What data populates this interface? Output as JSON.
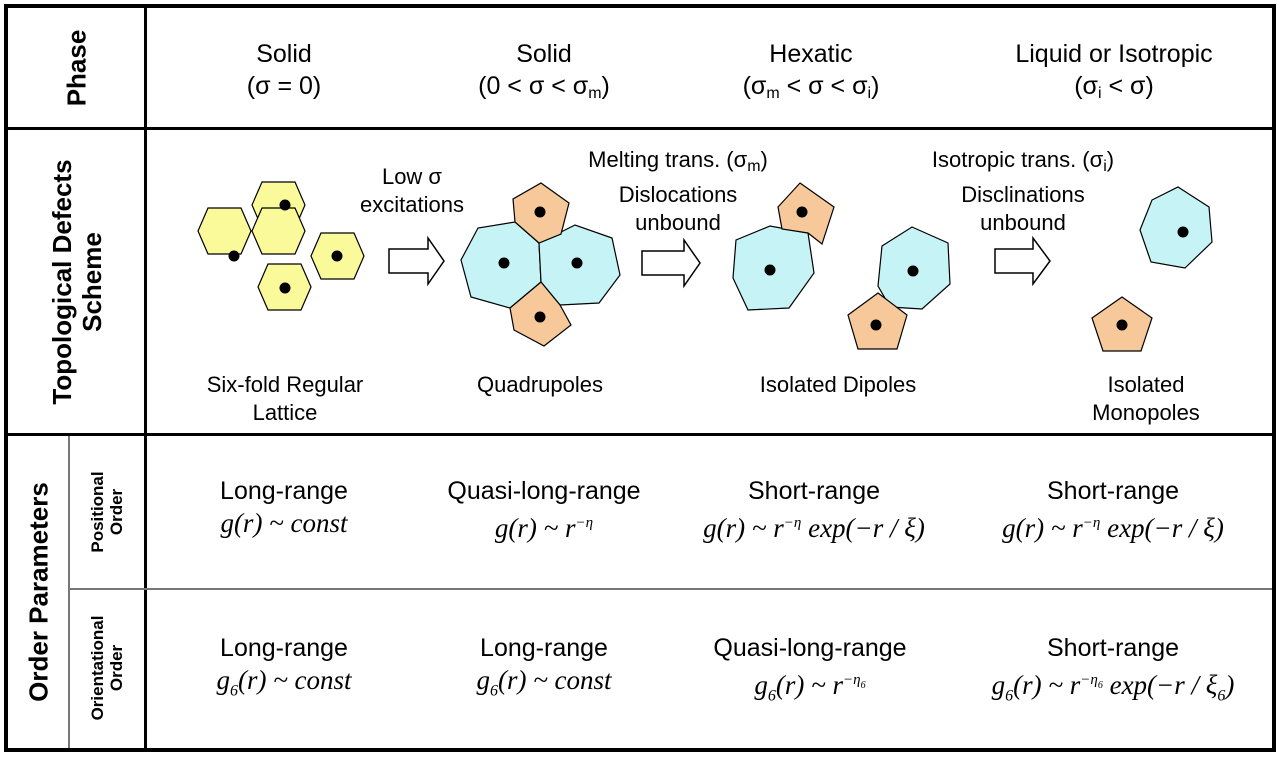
{
  "row_headers": {
    "phase": "Phase",
    "defects": "Topological Defects Scheme",
    "order": "Order Parameters",
    "positional": [
      "Positional",
      "Order"
    ],
    "orientational": [
      "Orientational",
      "Order"
    ]
  },
  "phases": [
    {
      "name": "Solid",
      "cond_prefix": "(σ = 0)",
      "cond_sub": "",
      "cond_suffix": ""
    },
    {
      "name": "Solid",
      "cond_prefix": "(0 < σ < σ",
      "cond_sub": "m",
      "cond_suffix": ")"
    },
    {
      "name": "Hexatic",
      "cond_prefix": "(σ",
      "cond_sub": "m",
      "cond_mid": " < σ < σ",
      "cond_sub2": "i",
      "cond_suffix": ")"
    },
    {
      "name": "Liquid or Isotropic",
      "cond_prefix": "(σ",
      "cond_sub": "i",
      "cond_suffix": " < σ)"
    }
  ],
  "defect_labels": [
    [
      "Six-fold Regular",
      "Lattice"
    ],
    [
      "Quadrupoles"
    ],
    [
      "Isolated Dipoles"
    ],
    [
      "Isolated",
      "Monopoles"
    ]
  ],
  "transitions": [
    {
      "lines": [
        "Low σ",
        "excitations"
      ]
    },
    {
      "line1_prefix": "Melting trans. (σ",
      "line1_sub": "m",
      "line1_suffix": ")",
      "lines": [
        "Dislocations",
        "unbound"
      ]
    },
    {
      "line1_prefix": "Isotropic trans. (σ",
      "line1_sub": "i",
      "line1_suffix": ")",
      "lines": [
        "Disclinations",
        "unbound"
      ]
    }
  ],
  "positional": [
    {
      "range": "Long-range",
      "formula": "g(r) ~ const"
    },
    {
      "range": "Quasi-long-range",
      "formula": "g(r) ~ r",
      "sup": "−η"
    },
    {
      "range": "Short-range",
      "formula": "g(r) ~ r",
      "sup": "−η",
      "tail": " exp(−r / ξ)"
    },
    {
      "range": "Short-range",
      "formula": "g(r) ~ r",
      "sup": "−η",
      "tail": " exp(−r / ξ)"
    }
  ],
  "orientational": [
    {
      "range": "Long-range",
      "formula_pre": "g",
      "formula_sub": "6",
      "formula_post": "(r) ~ const"
    },
    {
      "range": "Long-range",
      "formula_pre": "g",
      "formula_sub": "6",
      "formula_post": "(r) ~ const"
    },
    {
      "range": "Quasi-long-range",
      "formula_pre": "g",
      "formula_sub": "6",
      "formula_post": "(r) ~ r",
      "sup": "−η",
      "sup_sub": "6"
    },
    {
      "range": "Short-range",
      "formula_pre": "g",
      "formula_sub": "6",
      "formula_post": "(r) ~ r",
      "sup": "−η",
      "sup_sub": "6",
      "tail_pre": " exp(−r / ξ",
      "tail_sub": "6",
      "tail_post": ")"
    }
  ],
  "colors": {
    "hexagon": "#fafa9a",
    "heptagon": "#c6f4f6",
    "pentagon": "#f7c99a",
    "line": "#000000"
  },
  "icons": [
    "arrow-right-icon",
    "dot-icon"
  ]
}
